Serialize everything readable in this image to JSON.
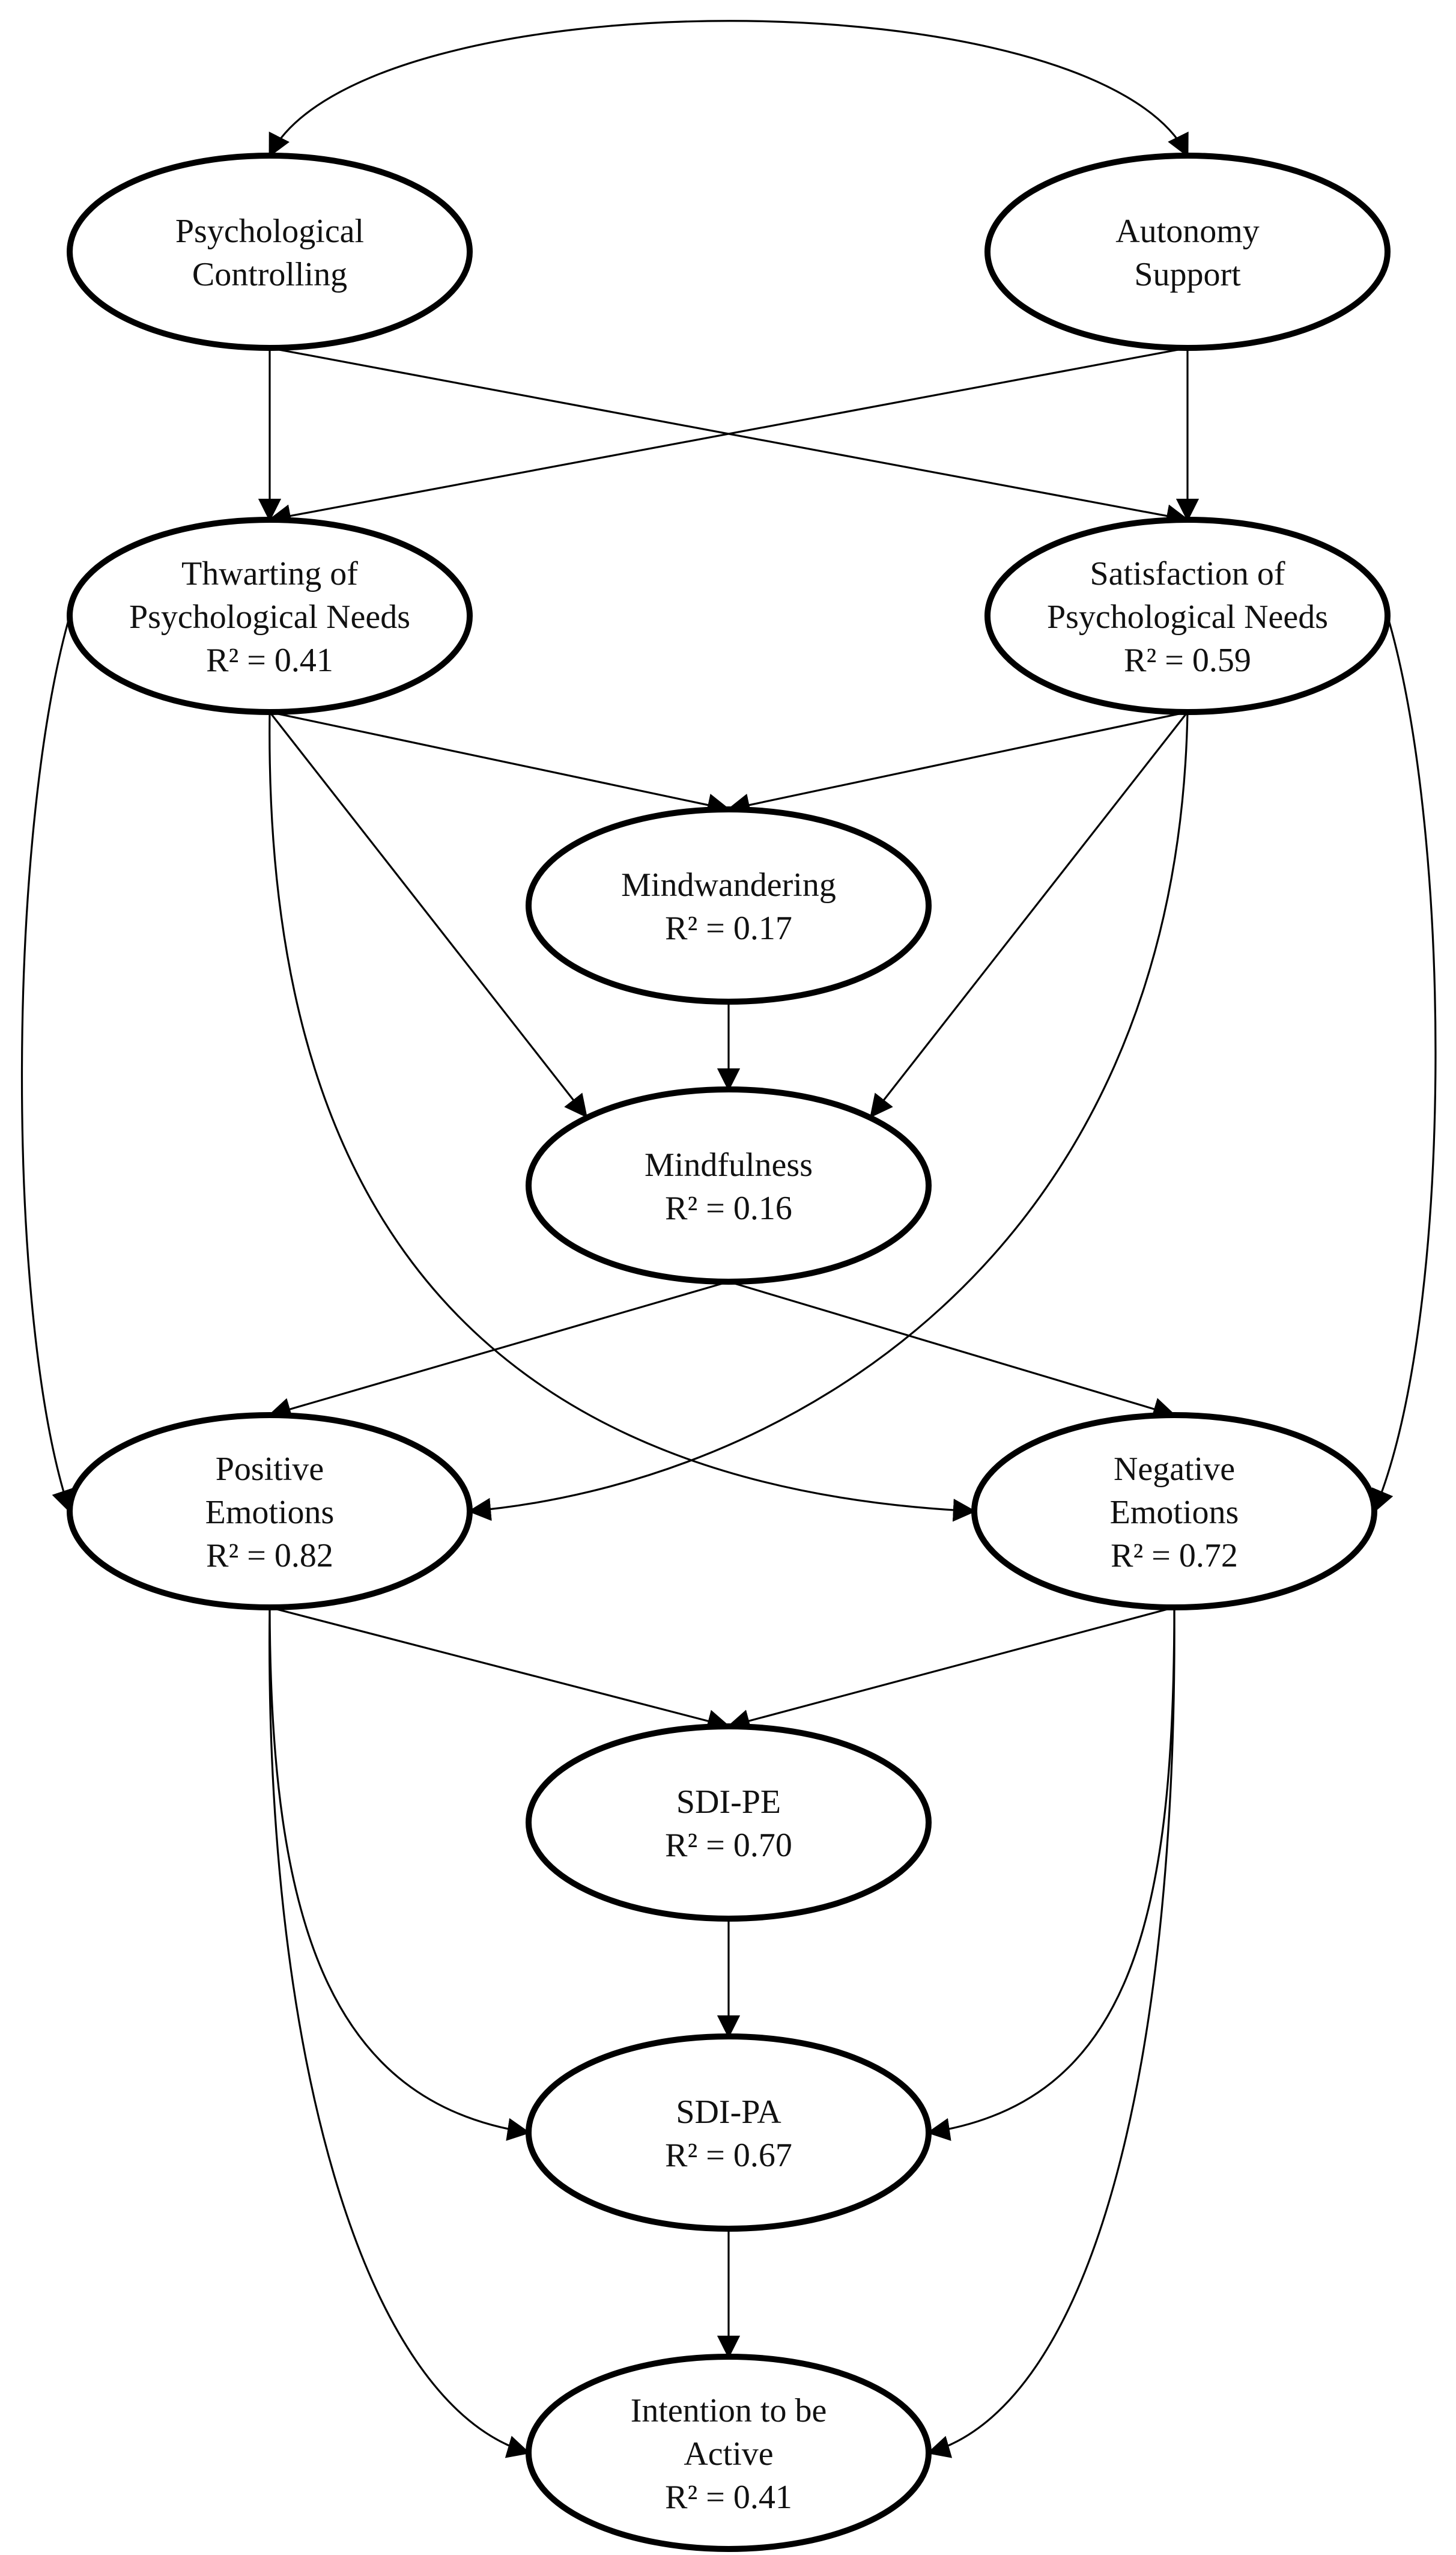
{
  "diagram": {
    "nodes": [
      {
        "id": "psych-controlling",
        "lines": [
          "Psychological",
          "Controlling"
        ],
        "r2": ""
      },
      {
        "id": "autonomy-support",
        "lines": [
          "Autonomy",
          "Support"
        ],
        "r2": ""
      },
      {
        "id": "thwarting",
        "lines": [
          "Thwarting of",
          "Psychological Needs"
        ],
        "r2": "R² = 0.41"
      },
      {
        "id": "satisfaction",
        "lines": [
          "Satisfaction of",
          "Psychological Needs"
        ],
        "r2": "R² = 0.59"
      },
      {
        "id": "mindwandering",
        "lines": [
          "Mindwandering"
        ],
        "r2": "R² = 0.17"
      },
      {
        "id": "mindfulness",
        "lines": [
          "Mindfulness"
        ],
        "r2": "R² = 0.16"
      },
      {
        "id": "positive-emotions",
        "lines": [
          "Positive",
          "Emotions"
        ],
        "r2": "R² = 0.82"
      },
      {
        "id": "negative-emotions",
        "lines": [
          "Negative",
          "Emotions"
        ],
        "r2": "R² = 0.72"
      },
      {
        "id": "sdi-pe",
        "lines": [
          "SDI-PE"
        ],
        "r2": "R² = 0.70"
      },
      {
        "id": "sdi-pa",
        "lines": [
          "SDI-PA"
        ],
        "r2": "R² = 0.67"
      },
      {
        "id": "intention",
        "lines": [
          "Intention to be",
          "Active"
        ],
        "r2": "R² = 0.41"
      }
    ],
    "paths": [
      {
        "from": "psych-controlling",
        "to": "autonomy-support",
        "type": "covariance"
      },
      {
        "from": "psych-controlling",
        "to": "thwarting"
      },
      {
        "from": "psych-controlling",
        "to": "satisfaction"
      },
      {
        "from": "autonomy-support",
        "to": "thwarting"
      },
      {
        "from": "autonomy-support",
        "to": "satisfaction"
      },
      {
        "from": "thwarting",
        "to": "mindwandering"
      },
      {
        "from": "thwarting",
        "to": "mindfulness"
      },
      {
        "from": "thwarting",
        "to": "positive-emotions"
      },
      {
        "from": "thwarting",
        "to": "negative-emotions"
      },
      {
        "from": "satisfaction",
        "to": "mindwandering"
      },
      {
        "from": "satisfaction",
        "to": "mindfulness"
      },
      {
        "from": "satisfaction",
        "to": "positive-emotions"
      },
      {
        "from": "satisfaction",
        "to": "negative-emotions"
      },
      {
        "from": "mindwandering",
        "to": "mindfulness"
      },
      {
        "from": "mindfulness",
        "to": "positive-emotions"
      },
      {
        "from": "mindfulness",
        "to": "negative-emotions"
      },
      {
        "from": "positive-emotions",
        "to": "sdi-pe"
      },
      {
        "from": "negative-emotions",
        "to": "sdi-pe"
      },
      {
        "from": "positive-emotions",
        "to": "sdi-pa"
      },
      {
        "from": "negative-emotions",
        "to": "sdi-pa"
      },
      {
        "from": "positive-emotions",
        "to": "intention"
      },
      {
        "from": "negative-emotions",
        "to": "intention"
      },
      {
        "from": "sdi-pe",
        "to": "sdi-pa"
      },
      {
        "from": "sdi-pa",
        "to": "intention"
      }
    ]
  }
}
